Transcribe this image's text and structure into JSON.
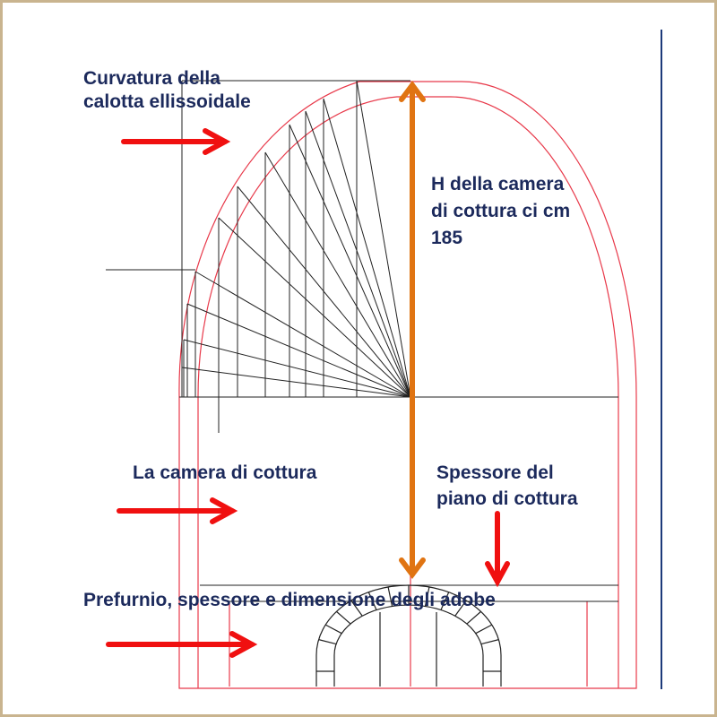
{
  "labels": {
    "curvatura_line1": "Curvatura della",
    "curvatura_line2": "calotta ellissoidale",
    "altezza_line1": "H della camera",
    "altezza_line2": "di cottura ci cm",
    "altezza_line3": "185",
    "camera": "La camera di cottura",
    "spessore_line1": "Spessore del",
    "spessore_line2": "piano di cottura",
    "prefurnio": "Prefurnio, spessore e dimensione degli adobe"
  },
  "colors": {
    "text": "#1c2a5c",
    "red_arrow": "#f01010",
    "orange_arrow": "#e07412",
    "outline_red": "#e8394a",
    "border": "#c9b48f",
    "right_rule": "#1c3a7a"
  }
}
